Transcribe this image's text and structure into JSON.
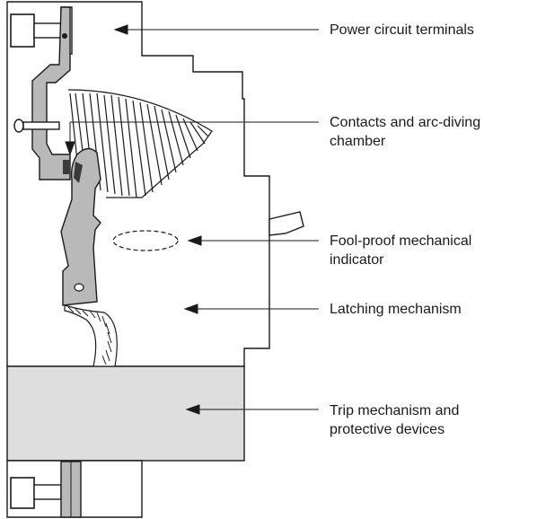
{
  "labels": {
    "power_terminals": "Power circuit terminals",
    "contacts_line1": "Contacts and arc-diving",
    "contacts_line2": "chamber",
    "indicator_line1": "Fool-proof mechanical",
    "indicator_line2": "indicator",
    "latching": "Latching mechanism",
    "trip_line1": "Trip mechanism and",
    "trip_line2": "protective devices"
  },
  "colors": {
    "outline": "#1a1a1a",
    "gray_part": "#b9b9b9",
    "trip_fill": "#dedede",
    "background": "#ffffff"
  }
}
